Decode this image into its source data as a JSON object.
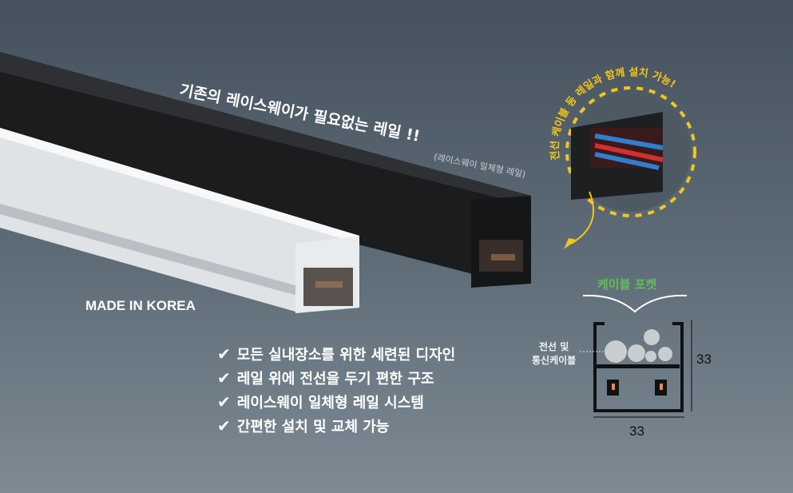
{
  "headline": "기존의 레이스웨이가 필요없는 레일 !!",
  "subheadline": "(레이스웨이 일체형 레일)",
  "circle_caption": "전선 케이블 등 레일과 함께 설치 가능!",
  "origin": "MADE IN KOREA",
  "features": [
    "모든 실내장소를 위한 세련된 디자인",
    "레일 위에 전선을 두기 편한 구조",
    "레이스웨이 일체형 레일 시스템",
    "간편한 설치 및 교체 가능"
  ],
  "diagram": {
    "pocket_label": "케이블 포켓",
    "wire_label_line1": "전선 및",
    "wire_label_line2": "통신케이블",
    "height_dim": "33",
    "width_dim": "33"
  },
  "colors": {
    "accent_yellow": "#f5c518",
    "pocket_green": "#5fbf5a"
  }
}
